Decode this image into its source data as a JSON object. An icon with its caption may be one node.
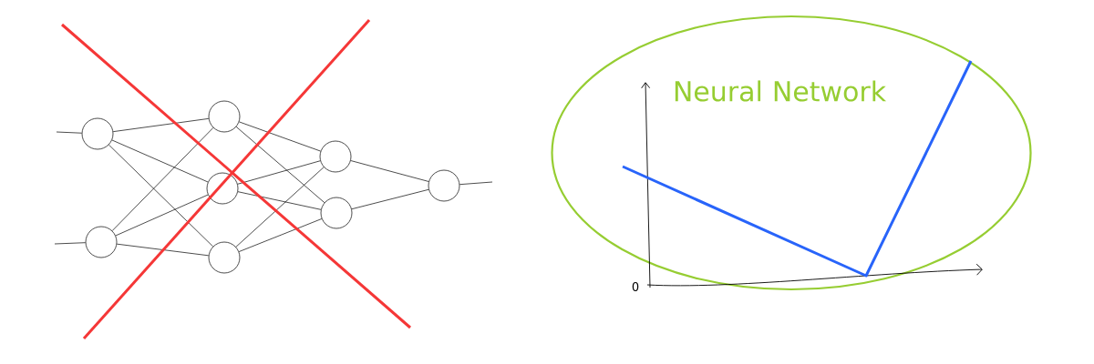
{
  "diagram": {
    "nodes": [
      {
        "text": [],
        "shape": "circle"
      },
      {
        "text": [],
        "shape": "circle"
      },
      {
        "text": [],
        "shape": "circle"
      },
      {
        "text": [],
        "shape": "circle"
      },
      {
        "text": [],
        "shape": "circle"
      },
      {
        "text": [],
        "shape": "circle"
      },
      {
        "text": [],
        "shape": "circle"
      },
      {
        "text": [],
        "shape": "circle"
      },
      {
        "text": [
          "Neural Network"
        ]
      }
    ],
    "edges": [
      {
        "from": null,
        "to": 0,
        "arrow": "none"
      },
      {
        "from": null,
        "to": 1,
        "arrow": "none"
      },
      {
        "from": 0,
        "to": 2,
        "arrow": "none"
      },
      {
        "from": 0,
        "to": 3,
        "arrow": "none"
      },
      {
        "from": 0,
        "to": 4,
        "arrow": "none"
      },
      {
        "from": 1,
        "to": 2,
        "arrow": "none"
      },
      {
        "from": 1,
        "to": 3,
        "arrow": "none"
      },
      {
        "from": 1,
        "to": 4,
        "arrow": "none"
      },
      {
        "from": 2,
        "to": 5,
        "arrow": "none"
      },
      {
        "from": 2,
        "to": 6,
        "arrow": "none"
      },
      {
        "from": 3,
        "to": 5,
        "arrow": "none"
      },
      {
        "from": 3,
        "to": 6,
        "arrow": "none"
      },
      {
        "from": 4,
        "to": 5,
        "arrow": "none"
      },
      {
        "from": 4,
        "to": 6,
        "arrow": "none"
      },
      {
        "from": 5,
        "to": 7,
        "arrow": "none"
      },
      {
        "from": 6,
        "to": 7,
        "arrow": "none"
      },
      {
        "from": 7,
        "to": null,
        "arrow": "none"
      }
    ],
    "labels": [
      "0"
    ]
  }
}
